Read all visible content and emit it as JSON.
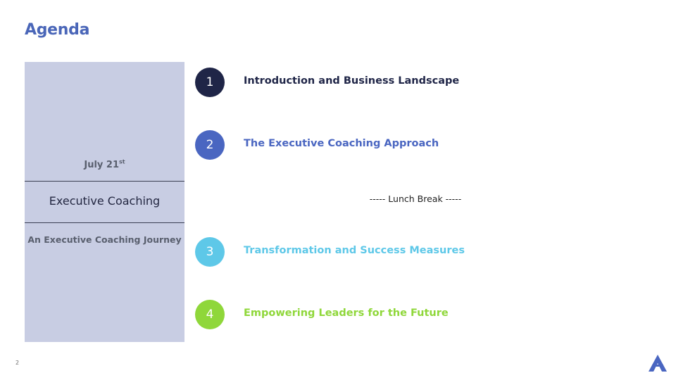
{
  "slide": {
    "title": "Agenda",
    "page_number": "2"
  },
  "side_panel": {
    "date_main": "July 21",
    "date_suffix": "st",
    "event_name": "Executive Coaching",
    "event_subtitle": "An Executive Coaching Journey",
    "background_color": "#c8cde3"
  },
  "agenda": {
    "items": [
      {
        "number": "1",
        "label": "Introduction and Business Landscape",
        "circle_color": "#1f2547",
        "text_color": "#1f2547"
      },
      {
        "number": "2",
        "label": "The Executive Coaching Approach",
        "circle_color": "#4a66c1",
        "text_color": "#4a66c1"
      },
      {
        "number": "3",
        "label": "Transformation and Success Measures",
        "circle_color": "#5ec8e8",
        "text_color": "#5ec8e8"
      },
      {
        "number": "4",
        "label": "Empowering Leaders for the Future",
        "circle_color": "#8fd73a",
        "text_color": "#8fd73a"
      }
    ],
    "break_text": "----- Lunch Break -----"
  },
  "logo": {
    "icon": "triangle-a-logo-icon",
    "color": "#4a66c1"
  }
}
